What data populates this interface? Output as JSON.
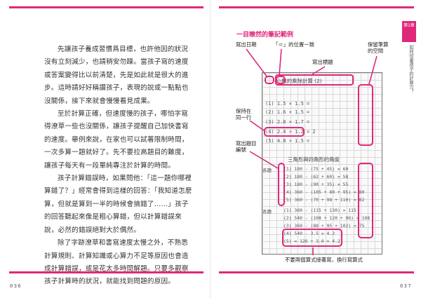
{
  "left_page": {
    "paragraphs": [
      "先讓孩子養成習慣爲目標，也許他因的狀況沒有立刻減少，也請稍安勿躁。當孩子寫的速度或答案變得比以前清楚，先是如此就是很大的進步。這時請好好稱讚孩子，表現的說或一點點也沒關係，接下來就會慢慢看見成果。",
      "至於計算正確，但速度慢的孩子，哪怕字寫得潦草一些也沒關係，讓孩子提醒自己加快書寫的速度。舉例來說，在家也可以試著限制時間，一次多算一題就好了。先不要拉高題目的難度，讓孩子每天有一段單純專注於計算的時間。",
      "孩子計算錯誤時，如果問他：「這一題你哪裡算錯了？」經常會得到這樣的回答：「我知道怎麼算，但就是算到一半的時候會搞錯了……」孩子的回答聽起來像是粗心算錯，但以計算錯誤來說，必然的錯誤絕對大於偶然。",
      "除了字跡潦草和書寫速度太慢之外，不熟悉計算規則、計算知識或心算力不足等原因也會造成計算錯誤，或是花太多時間解題。只要多觀察孩子計算時的狀況，就能找到問題的原因。"
    ],
    "page_number": "036"
  },
  "right_page": {
    "page_number": "037",
    "section_title": "一目瞭然的筆記範例",
    "side_tab": "第1章",
    "side_text": "如何培養孩子的計算力？",
    "callouts": {
      "date": "寫出日期",
      "equals": "「＝」的位置一致",
      "title": "寫出標題",
      "margin": "保留筆算\n的空間",
      "same_line": "保持在\n同一行",
      "number": "寫出題目\n編號",
      "bottom": "不要兩個算式接著寫，換行寫算式"
    },
    "notebook": {
      "title": "小數的乘除計算 (2)",
      "heading2": "三角形與四角形的角度",
      "label_a": "各題",
      "label_b": "各題",
      "lines": [
        "(1)  1.5 × 1.5 =",
        "(2)  1.6 × 1.5 =",
        "(3)  2.8 × 1.7 =",
        "(4)  2.4 ÷ 1.2 = 2",
        "(5)  4.8 ÷ 1.5 =",
        "(1)  180 - (75 + 45) = 60",
        "(2)  180 - (62 + 60) = 58",
        "(3)  180 - (90 + 35) = 55",
        "(4)  360 - (105 + 80 + 95) = 80",
        "(5)  360 - (70 + 98 + 110) = 82",
        "(1)  360 - (115 + 130) = 115",
        "(2)  540 - (108 + 120 + 96) = 108",
        "(3)  360 - (88 + 95 + 102) = 75",
        "(4)  540 - 3.5 = 4.2",
        "(5)  = 126 ÷ 3.0 = 4.2"
      ]
    }
  }
}
